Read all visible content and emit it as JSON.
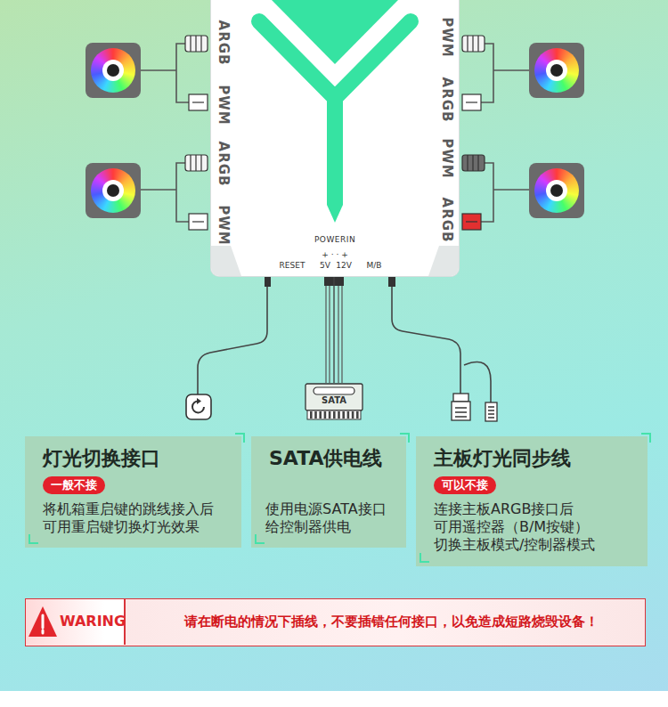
{
  "diagram": {
    "nodes": [
      {
        "text": [
          "POWERIN"
        ]
      },
      {
        "text": [
          "SATA"
        ]
      },
      {
        "text": [
          "灯光切换接口",
          "将机箱重启键的跳线接入后 可用重启键切换灯光效果"
        ]
      },
      {
        "text": [
          "一般不接"
        ],
        "in": 2
      },
      {
        "text": [
          "SATA供电线",
          "使用电源SATA接口 给控制器供电"
        ]
      },
      {
        "text": [
          "主板灯光同步线",
          "连接主板ARGB接口后 可用遥控器（B/M按键） 切换主板模式/控制器模式"
        ]
      },
      {
        "text": [
          "可以不接"
        ],
        "in": 5
      },
      {
        "text": [
          "请在断电的情况下插线，不要插错任何接口，以免造成短路烧毁设备！"
        ]
      },
      {
        "text": [
          "WARING"
        ],
        "in": 7
      }
    ],
    "edges": [
      {
        "from": 0,
        "to": 1,
        "arrow": "none"
      }
    ],
    "labels": [
      "ARGB",
      "PWM",
      "ARGB",
      "PWM",
      "PWM",
      "ARGB",
      "PWM",
      "ARGB",
      "+ · · +",
      "5V",
      "12V",
      "RESET",
      "M/B"
    ]
  }
}
